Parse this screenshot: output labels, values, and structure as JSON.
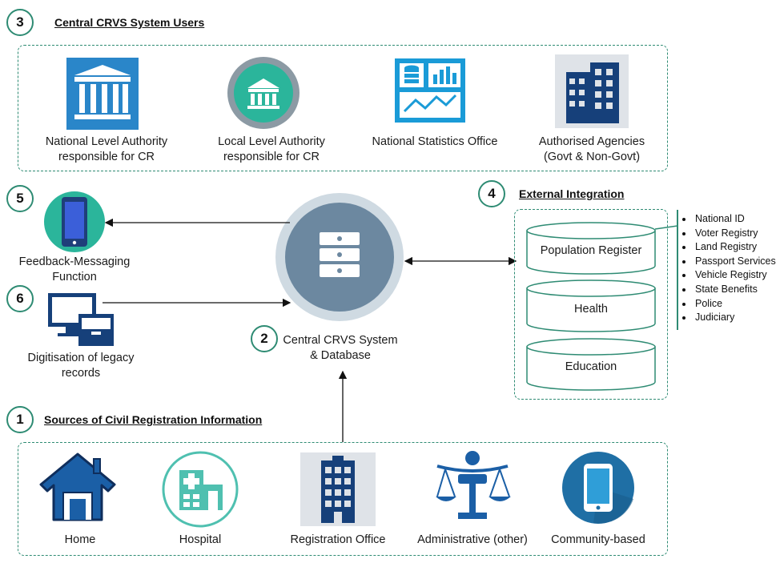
{
  "users": {
    "badge": "3",
    "title": "Central CRVS System Users",
    "items": [
      {
        "icon": "national-authority-icon",
        "line1": "National Level Authority",
        "line2": "responsible for CR"
      },
      {
        "icon": "local-authority-icon",
        "line1": "Local Level Authority",
        "line2": "responsible for CR"
      },
      {
        "icon": "statistics-icon",
        "line1": "National Statistics Office",
        "line2": ""
      },
      {
        "icon": "agencies-building-icon",
        "line1": "Authorised Agencies",
        "line2": "(Govt & Non-Govt)"
      }
    ]
  },
  "feedback": {
    "badge": "5",
    "line1": "Feedback-Messaging",
    "line2": "Function"
  },
  "digitisation": {
    "badge": "6",
    "line1": "Digitisation of legacy",
    "line2": "records"
  },
  "central": {
    "badge": "2",
    "line1": "Central CRVS System",
    "line2": "& Database"
  },
  "external": {
    "badge": "4",
    "title": "External Integration",
    "databases": [
      "Population Register",
      "Health",
      "Education"
    ],
    "registries": [
      "National ID",
      "Voter Registry",
      "Land Registry",
      "Passport Services",
      "Vehicle Registry",
      "State Benefits",
      "Police",
      "Judiciary"
    ]
  },
  "sources": {
    "badge": "1",
    "title": "Sources of Civil Registration Information",
    "items": [
      "Home",
      "Hospital",
      "Registration Office",
      "Administrative (other)",
      "Community-based"
    ]
  },
  "colors": {
    "accent": "#2e8b73",
    "blue": "#1b5fa6",
    "navy": "#16407a",
    "teal": "#2bb59b",
    "server_bg": "#6c88a0"
  }
}
